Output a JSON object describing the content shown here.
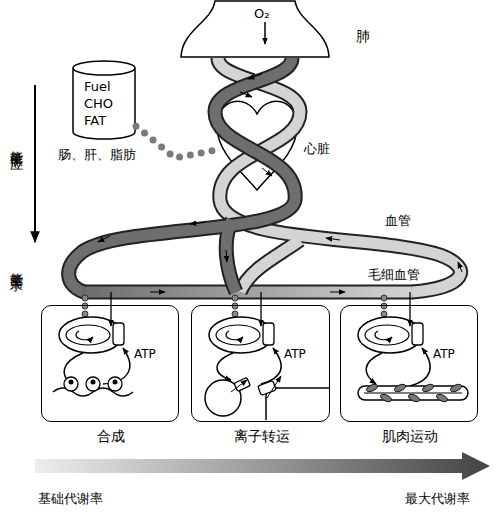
{
  "diagram": {
    "nodes": [
      {
        "text": [
          "O₂",
          "肺"
        ]
      },
      {
        "text": [
          "Fuel CHO FAT",
          "肠、肝、脂肪"
        ]
      },
      {
        "text": [
          "心脏"
        ]
      },
      {
        "text": [
          "ATP",
          "合成"
        ]
      },
      {
        "text": [
          "ATP",
          "离子转运"
        ]
      },
      {
        "text": [
          "ATP",
          "肌肉运动"
        ]
      }
    ],
    "edges": [
      {
        "from": 1,
        "to": 2,
        "arrow": "none"
      }
    ],
    "labels": [
      "能量供应",
      "能量需求",
      "血管",
      "毛细血管",
      "基础代谢率",
      "最大代谢率"
    ]
  }
}
